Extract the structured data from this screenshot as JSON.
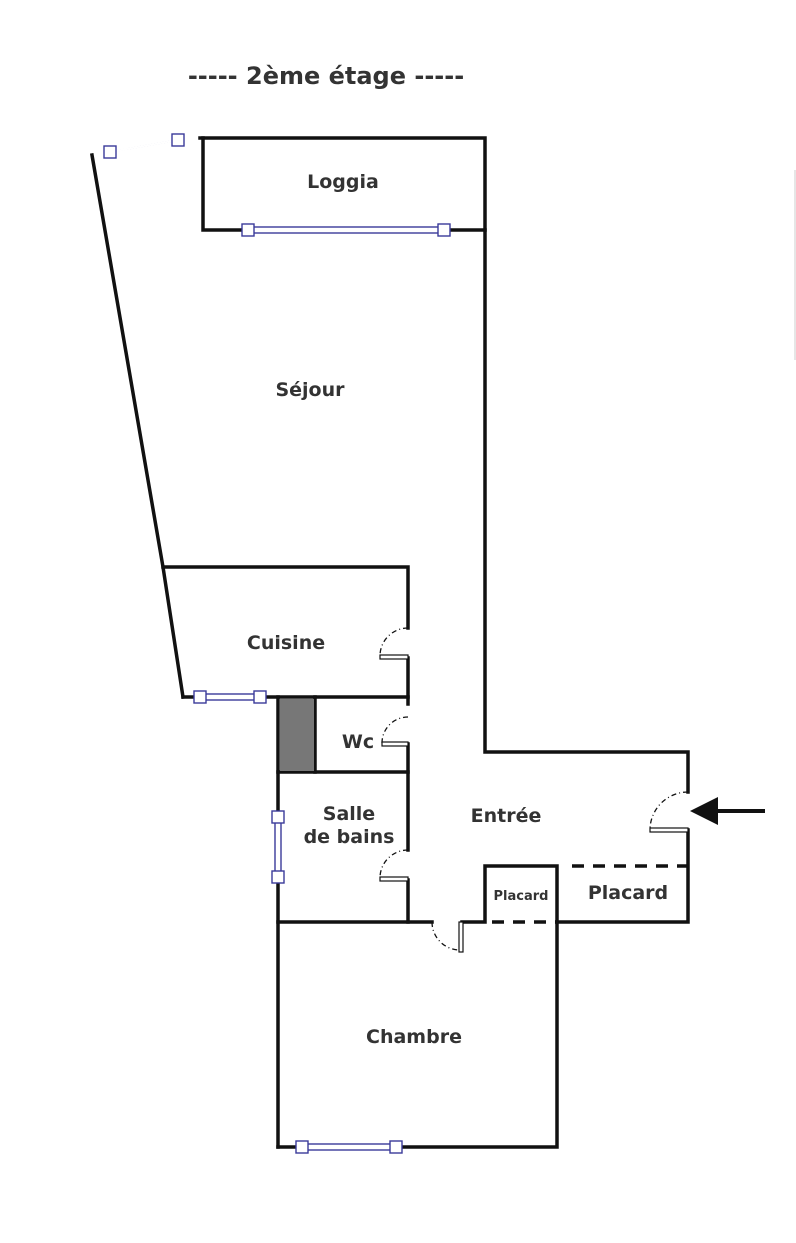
{
  "title": "----- 2ème étage -----",
  "rooms": {
    "loggia": "Loggia",
    "sejour": "Séjour",
    "cuisine": "Cuisine",
    "wc": "Wc",
    "salle_line1": "Salle",
    "salle_line2": "de bains",
    "entree": "Entrée",
    "placard_small": "Placard",
    "placard_large": "Placard",
    "chambre": "Chambre"
  },
  "colors": {
    "wall": "#111111",
    "window": "#3a3a9a",
    "technical_duct": "#777777"
  }
}
